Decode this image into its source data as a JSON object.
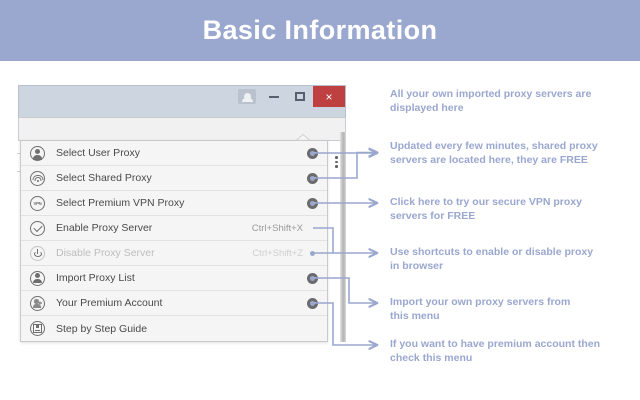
{
  "header": {
    "title": "Basic Information"
  },
  "browser": {
    "window_controls": {
      "profile": "profile-icon",
      "minimize": "minimize-icon",
      "maximize": "maximize-icon",
      "close": "×"
    },
    "toolbar": {
      "bookmark_star": "☆",
      "extension_icon": "globe-extension-icon",
      "menu_kebab": "three-dot-menu-icon"
    }
  },
  "menu": {
    "items": [
      {
        "icon": "person-icon",
        "label": "Select User Proxy",
        "shortcut": "",
        "submenu": true,
        "disabled": false
      },
      {
        "icon": "wifi-signal-icon",
        "label": "Select Shared Proxy",
        "shortcut": "",
        "submenu": true,
        "disabled": false
      },
      {
        "icon": "vpn-badge-icon",
        "label": "Select Premium VPN Proxy",
        "shortcut": "",
        "submenu": true,
        "disabled": false
      },
      {
        "icon": "check-circle-icon",
        "label": "Enable Proxy Server",
        "shortcut": "Ctrl+Shift+X",
        "submenu": false,
        "disabled": false
      },
      {
        "icon": "power-icon",
        "label": "Disable Proxy Server",
        "shortcut": "Ctrl+Shift+Z",
        "submenu": false,
        "disabled": true
      },
      {
        "icon": "import-person-icon",
        "label": "Import Proxy List",
        "shortcut": "",
        "submenu": true,
        "disabled": false
      },
      {
        "icon": "premium-user-icon",
        "label": "Your Premium Account",
        "shortcut": "",
        "submenu": true,
        "disabled": false
      },
      {
        "icon": "book-guide-icon",
        "label": "Step by Step Guide",
        "shortcut": "",
        "submenu": false,
        "disabled": false
      }
    ]
  },
  "annotations": [
    {
      "line1": "All your own imported proxy servers are",
      "line2": "displayed here"
    },
    {
      "line1": "Updated every few minutes, shared proxy",
      "line2": "servers are located here, they are FREE"
    },
    {
      "line1": "Click here to try our secure VPN proxy",
      "line2": "servers for FREE"
    },
    {
      "line1": "Use shortcuts to enable or disable proxy",
      "line2": "in browser"
    },
    {
      "line1": "Import your own proxy servers from",
      "line2": "this menu"
    },
    {
      "line1": "If you want to have premium account then",
      "line2": "check this menu"
    }
  ],
  "colors": {
    "brand_blue": "#9aa7cf",
    "close_red": "#bf4040",
    "menu_bg": "#f5f5f5",
    "titlebar": "#cdd6e0"
  },
  "vpn_badge_text": "VPN"
}
